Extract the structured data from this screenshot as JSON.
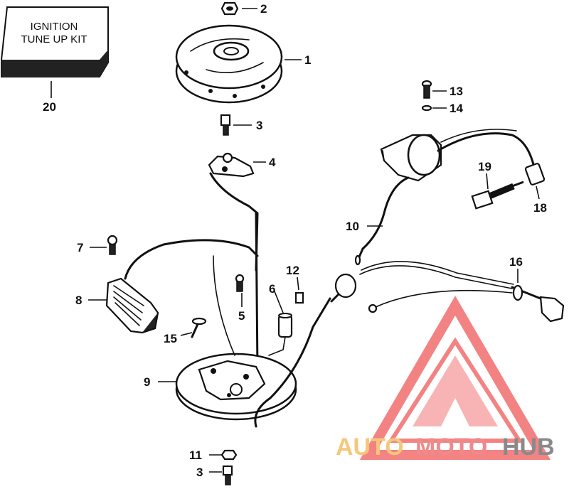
{
  "kit_box": {
    "line1": "IGNITION",
    "line2": "TUNE UP KIT"
  },
  "callouts": [
    {
      "id": "1",
      "label": "1"
    },
    {
      "id": "2",
      "label": "2"
    },
    {
      "id": "3a",
      "label": "3"
    },
    {
      "id": "4",
      "label": "4"
    },
    {
      "id": "5",
      "label": "5"
    },
    {
      "id": "6",
      "label": "6"
    },
    {
      "id": "7",
      "label": "7"
    },
    {
      "id": "8",
      "label": "8"
    },
    {
      "id": "9",
      "label": "9"
    },
    {
      "id": "10",
      "label": "10"
    },
    {
      "id": "11",
      "label": "11"
    },
    {
      "id": "3b",
      "label": "3"
    },
    {
      "id": "12",
      "label": "12"
    },
    {
      "id": "13",
      "label": "13"
    },
    {
      "id": "14",
      "label": "14"
    },
    {
      "id": "15",
      "label": "15"
    },
    {
      "id": "16",
      "label": "16"
    },
    {
      "id": "18",
      "label": "18"
    },
    {
      "id": "19",
      "label": "19"
    },
    {
      "id": "20",
      "label": "20"
    }
  ],
  "watermark": {
    "part1": "AUTO",
    "part2": "MOTO",
    "part3": "HUB",
    "colors": {
      "auto": "#f5c77a",
      "moto": "#f08a8a",
      "hub": "#8a8a8a",
      "logo": "#f05a5a"
    }
  }
}
